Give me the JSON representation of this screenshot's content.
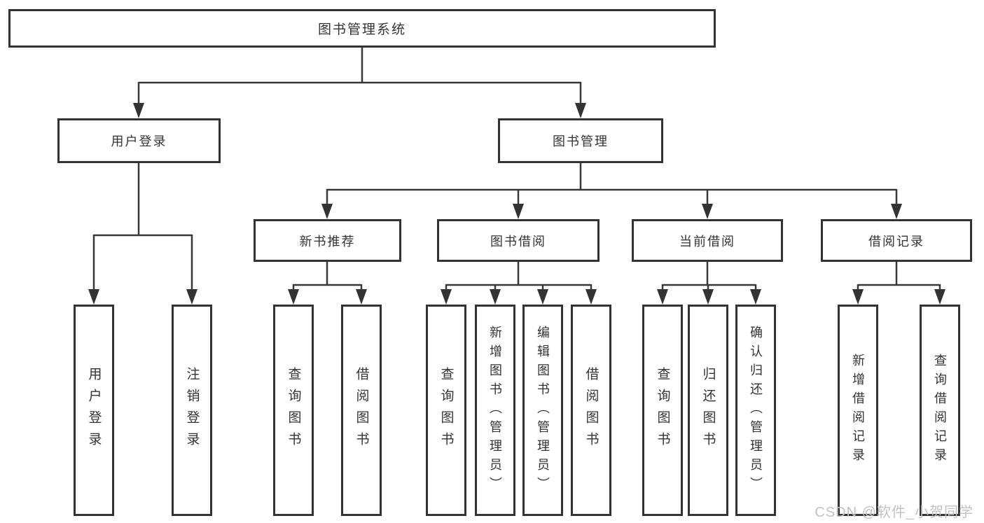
{
  "tree": {
    "root": {
      "label": "图书管理系统",
      "children": [
        {
          "label": "用户登录",
          "children": [
            {
              "label": "用户登录"
            },
            {
              "label": "注销登录"
            }
          ]
        },
        {
          "label": "图书管理",
          "children": [
            {
              "label": "新书推荐",
              "children": [
                {
                  "label": "查询图书"
                },
                {
                  "label": "借阅图书"
                }
              ]
            },
            {
              "label": "图书借阅",
              "children": [
                {
                  "label": "查询图书"
                },
                {
                  "label": "新增图书（管理员）"
                },
                {
                  "label": "编辑图书（管理员）"
                },
                {
                  "label": "借阅图书"
                }
              ]
            },
            {
              "label": "当前借阅",
              "children": [
                {
                  "label": "查询图书"
                },
                {
                  "label": "归还图书"
                },
                {
                  "label": "确认归还（管理员）"
                }
              ]
            },
            {
              "label": "借阅记录",
              "children": [
                {
                  "label": "新增借阅记录"
                },
                {
                  "label": "查询借阅记录"
                }
              ]
            }
          ]
        }
      ]
    }
  },
  "watermark": "CSDN @软件_小贺同学",
  "colors": {
    "line": "#383838",
    "box_border": "#333333",
    "text": "#333333",
    "watermark": "#c2c2c2",
    "background": "#ffffff"
  }
}
